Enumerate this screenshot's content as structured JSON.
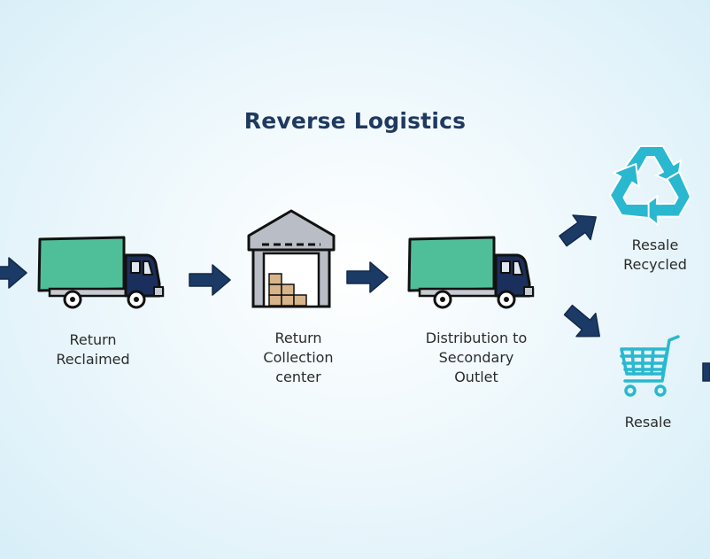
{
  "title": "Reverse Logistics",
  "steps": [
    {
      "id": "reclaimed",
      "lines": [
        "Return",
        "Reclaimed"
      ],
      "icon": "truck-icon"
    },
    {
      "id": "collection",
      "lines": [
        "Return",
        "Collection",
        "center"
      ],
      "icon": "warehouse-icon"
    },
    {
      "id": "distribution",
      "lines": [
        "Distribution to",
        "Secondary",
        "Outlet"
      ],
      "icon": "truck-icon"
    },
    {
      "id": "recycled",
      "lines": [
        "Resale",
        "Recycled"
      ],
      "icon": "recycle-icon"
    },
    {
      "id": "resale",
      "lines": [
        "Resale"
      ],
      "icon": "shopping-cart-icon"
    }
  ],
  "colors": {
    "title": "#1f3a5f",
    "arrow": "#1b3a66",
    "truck_cargo": "#4fbf9a",
    "truck_cab": "#1b2f5c",
    "warehouse_roof": "#b9bec6",
    "boxes": "#d7b48a",
    "recycle": "#29b8cf",
    "cart": "#29b8cf"
  }
}
